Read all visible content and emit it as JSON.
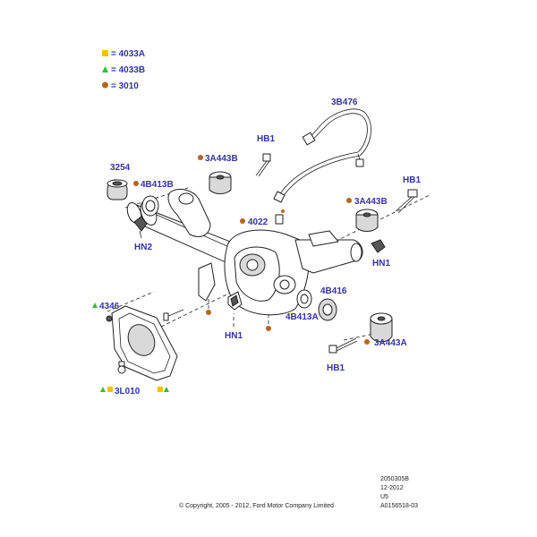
{
  "legend": [
    {
      "shape": "square",
      "text": "= 4033A"
    },
    {
      "shape": "triangle",
      "text": "= 4033B"
    },
    {
      "shape": "circle",
      "text": "= 3010"
    }
  ],
  "callouts": {
    "p3b476": "3B476",
    "hb1_top": "HB1",
    "p3a443b_left": "3A443B",
    "p3254": "3254",
    "p4b413b": "4B413B",
    "hb1_right": "HB1",
    "p3a443b_right": "3A443B",
    "p4022": "4022",
    "hn2": "HN2",
    "hn1_right": "HN1",
    "p4346": "4346",
    "p4b416": "4B416",
    "p4b413a": "4B413A",
    "hn1_bottom": "HN1",
    "p3a443a": "3A443A",
    "hb1_bottom": "HB1",
    "p3l010": "3L010"
  },
  "info": {
    "line1": "2050305B",
    "line2": "12-2012",
    "line3": "U5",
    "line4": "A0156518-03"
  },
  "copyright": "© Copyright, 2005 - 2012, Ford Motor Company Limited",
  "colors": {
    "label": "#3333aa",
    "square": "#f5c000",
    "triangle": "#2ec02e",
    "circle": "#b8651b"
  }
}
